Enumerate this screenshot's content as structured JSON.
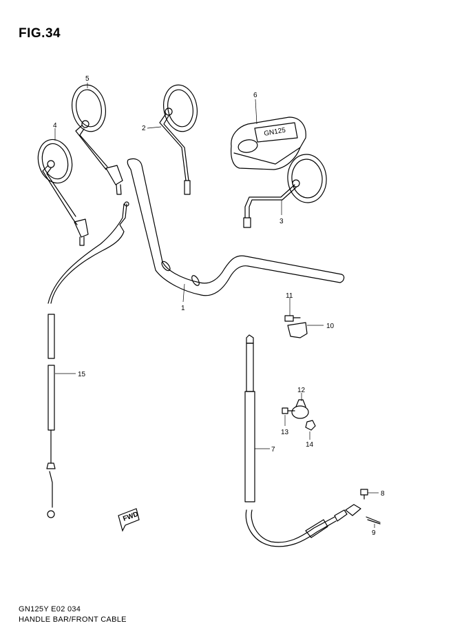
{
  "figure": {
    "title": "FIG.34",
    "model_code": "GN125Y E02  034",
    "section_name": "HANDLE BAR/FRONT CABLE"
  },
  "badges": {
    "fwd": "FWD",
    "cover_emblem": "GN125"
  },
  "callouts": [
    "1",
    "2",
    "3",
    "4",
    "5",
    "6",
    "7",
    "8",
    "9",
    "10",
    "11",
    "12",
    "13",
    "14",
    "15"
  ]
}
